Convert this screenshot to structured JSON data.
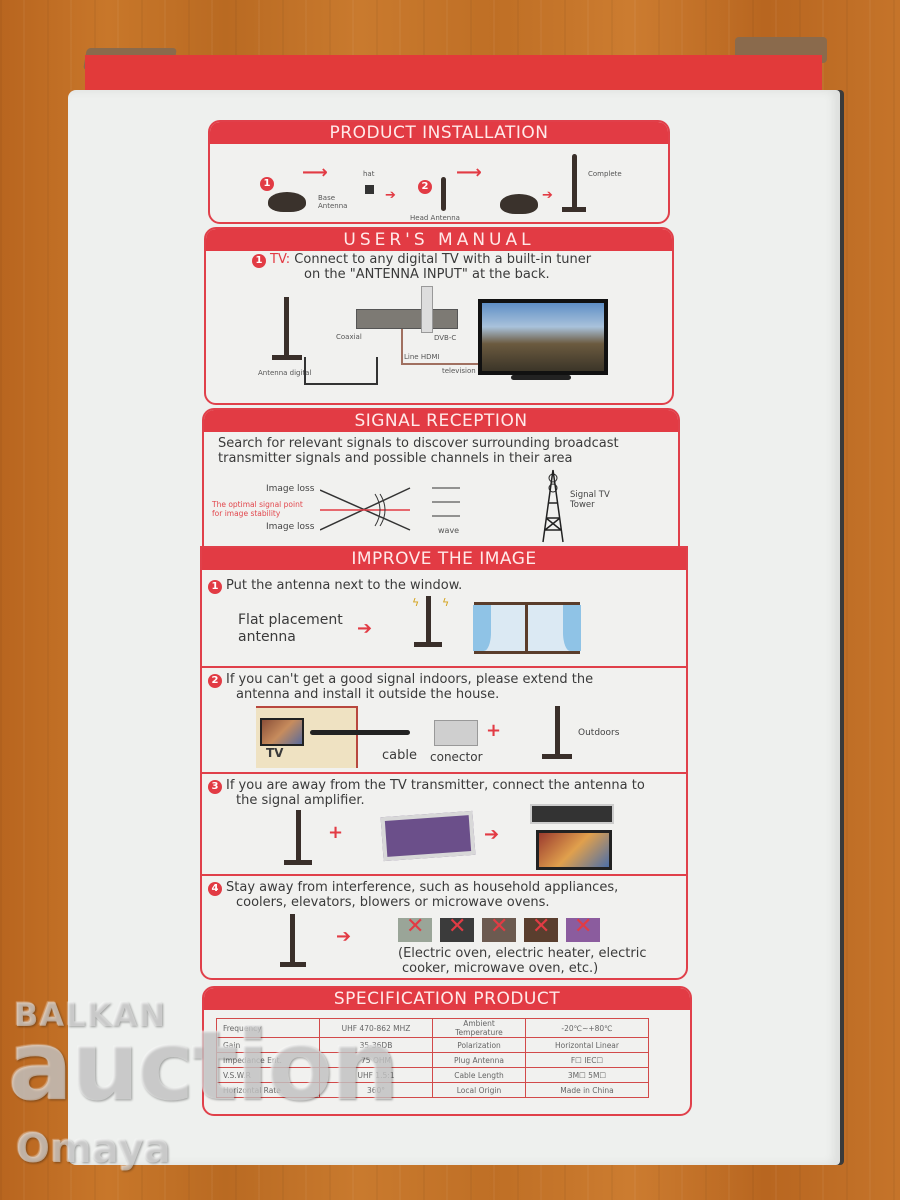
{
  "photo": {
    "subject": "Back of an indoor/outdoor digital TV antenna box"
  },
  "installation": {
    "title": "PRODUCT INSTALLATION",
    "steps": [
      "1",
      "2"
    ],
    "labels": {
      "base": "Base Antenna",
      "hat": "hat",
      "head": "Head Antenna",
      "complete": "Complete"
    }
  },
  "manual": {
    "title": "USER'S MANUAL",
    "step": "1",
    "tv_label": "TV:",
    "instruction_line1": "Connect to any digital TV with a built-in tuner",
    "instruction_line2": "on the \"ANTENNA INPUT\" at the back.",
    "labels": {
      "antenna": "Antenna digital",
      "coaxial": "Coaxial",
      "dvb": "DVB-C",
      "hdmi": "Line HDMI",
      "tv": "television"
    }
  },
  "signal": {
    "title": "SIGNAL RECEPTION",
    "text_line1": "Search for relevant signals to discover surrounding broadcast",
    "text_line2": "transmitter signals and possible channels in their area",
    "image_loss_top": "Image loss",
    "image_loss_bottom": "Image loss",
    "optimal_line1": "The optimal signal point",
    "optimal_line2": "for image stability",
    "wave": "wave",
    "tower": "Signal TV Tower"
  },
  "improve": {
    "title": "IMPROVE THE IMAGE",
    "tips": [
      {
        "num": "1",
        "text": "Put the antenna next to the window.",
        "extra": "Flat placement antenna"
      },
      {
        "num": "2",
        "text_line1": "If you can't get a good signal indoors, please extend the",
        "text_line2": "antenna and install it outside the house.",
        "tv": "TV",
        "cable": "cable",
        "connector": "conector",
        "outdoors": "Outdoors"
      },
      {
        "num": "3",
        "text_line1": "If you are away from the TV transmitter, connect the antenna to",
        "text_line2": "the signal amplifier."
      },
      {
        "num": "4",
        "text_line1": "Stay away from interference, such as household appliances,",
        "text_line2": "coolers, elevators, blowers or microwave ovens.",
        "note_line1": "(Electric oven, electric heater, electric",
        "note_line2": "cooker, microwave oven, etc.)"
      }
    ]
  },
  "spec": {
    "title": "SPECIFICATION PRODUCT",
    "rows": [
      [
        "Frequency",
        "UHF 470-862 MHZ",
        "Ambient Temperature",
        "-20℃~+80℃"
      ],
      [
        "Gain",
        "35-36DB",
        "Polarization",
        "Horizontal Linear"
      ],
      [
        "Impedance Ent.",
        "75 OHM",
        "Plug Antenna",
        "F☐      IEC☐"
      ],
      [
        "V.S.W.R",
        "UHF 1.5:1",
        "Cable Length",
        "3M☐      5M☐"
      ],
      [
        "Horizontal Rate",
        "360°",
        "Local Origin",
        "Made in China"
      ]
    ]
  },
  "watermark": {
    "line1": "BALKAN",
    "line2": "auction",
    "line3": "Omaya"
  },
  "colors": {
    "brand_red": "#e23b44",
    "box_white": "#eef0ee",
    "wood": "#c5742a"
  }
}
